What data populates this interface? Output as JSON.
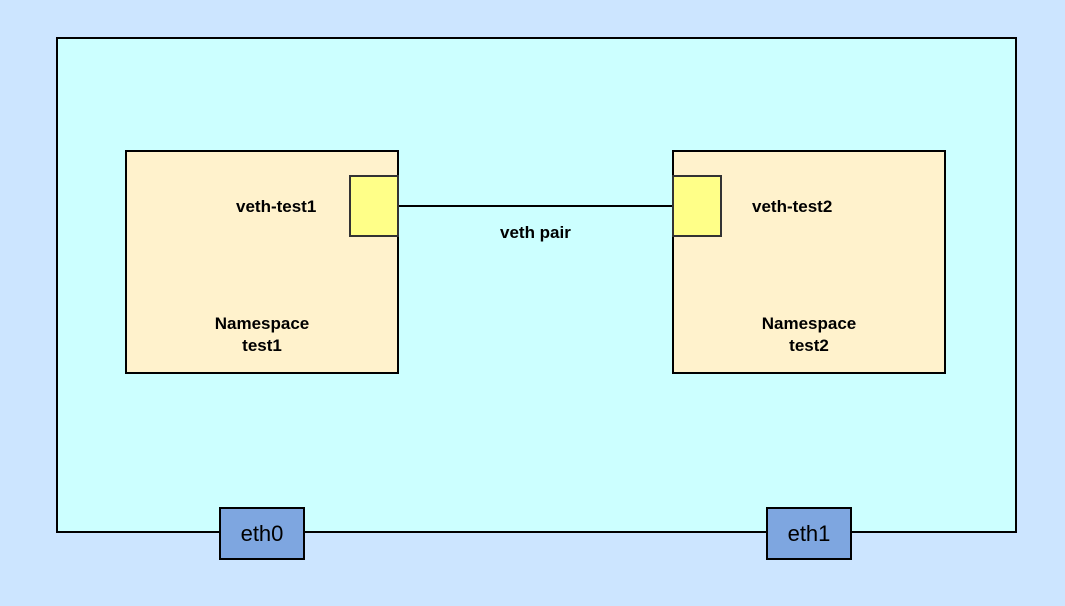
{
  "colors": {
    "background": "#cce5ff",
    "host": "#ccffff",
    "namespace": "#fff2cc",
    "veth_port": "#ffff88",
    "nic": "#7ea6e0"
  },
  "interfaces": {
    "veth1": "veth-test1",
    "veth2": "veth-test2",
    "pair": "veth pair"
  },
  "namespaces": [
    {
      "line1": "Namespace",
      "line2": "test1"
    },
    {
      "line1": "Namespace",
      "line2": "test2"
    }
  ],
  "nics": [
    "eth0",
    "eth1"
  ]
}
